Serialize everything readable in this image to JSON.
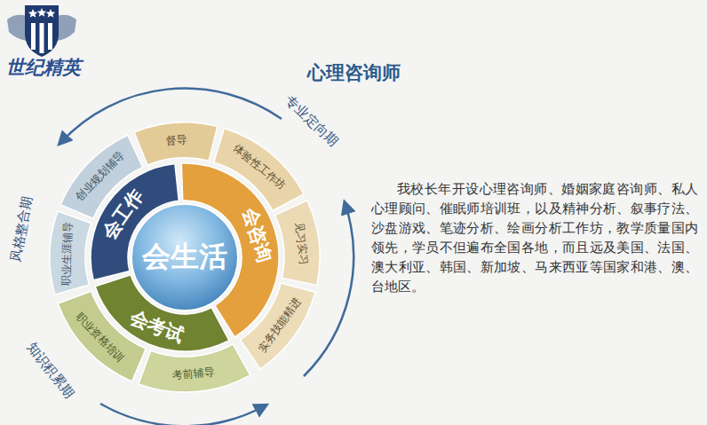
{
  "diagram": {
    "title": "心理咨询师",
    "nodes": [
      {
        "text": [
          "会生活"
        ]
      },
      {
        "text": [
          "会工作"
        ]
      },
      {
        "text": [
          "会咨询"
        ]
      },
      {
        "text": [
          "会考试"
        ]
      },
      {
        "text": [
          "督导"
        ]
      },
      {
        "text": [
          "体验性工作坊"
        ]
      },
      {
        "text": [
          "见习实习"
        ]
      },
      {
        "text": [
          "实务技能精进"
        ]
      },
      {
        "text": [
          "考前辅导"
        ]
      },
      {
        "text": [
          "职业资格培训"
        ]
      },
      {
        "text": [
          "职业生涯辅导"
        ]
      },
      {
        "text": [
          "创业规划辅导"
        ]
      }
    ],
    "labels": [
      "世纪精英",
      "专业定向期",
      "风格整合期",
      "知识积累期",
      "我校长年开设心理咨询师、婚姻家庭咨询师、私人心理顾问、催眠师培训班，以及精神分析、叙事疗法、沙盘游戏、笔迹分析、绘画分析工作坊，教学质量国内领先，学员不但遍布全国各地，而且远及美国、法国、澳大利亚、韩国、新加坡、马来西亚等国家和港、澳、台地区。"
    ]
  }
}
